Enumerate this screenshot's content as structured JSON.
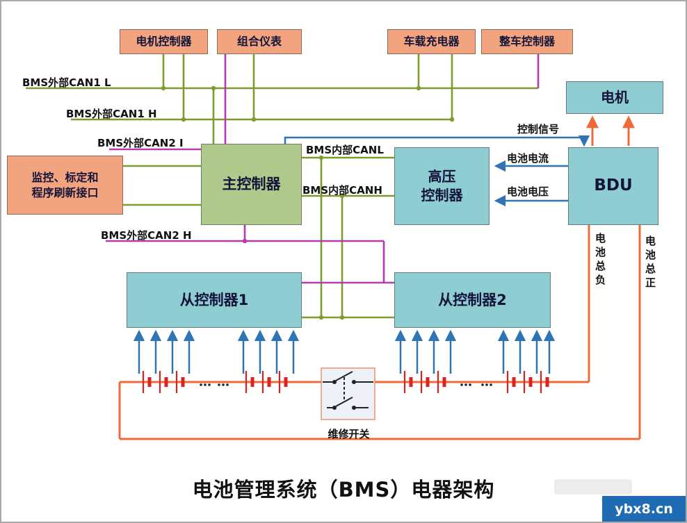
{
  "title": "电池管理系统（BMS）电器架构",
  "watermark": "ybx8.cn",
  "nodes": {
    "motor_controller": "电机控制器",
    "instrument_cluster": "组合仪表",
    "onboard_charger": "车载充电器",
    "vehicle_controller": "整车控制器",
    "motor": "电机",
    "bdu": "BDU",
    "main_controller": "主控制器",
    "hv_controller_line1": "高压",
    "hv_controller_line2": "控制器",
    "monitor_interface_line1": "监控、标定和",
    "monitor_interface_line2": "程序刷新接口",
    "slave_controller_1": "从控制器1",
    "slave_controller_2": "从控制器2",
    "service_switch": "维修开关"
  },
  "labels": {
    "can1_l": "BMS外部CAN1 L",
    "can1_h": "BMS外部CAN1 H",
    "can2_l": "BMS外部CAN2 I",
    "can2_h": "BMS外部CAN2 H",
    "can_internal_l": "BMS内部CANL",
    "can_internal_h": "BMS内部CANH",
    "control_signal": "控制信号",
    "battery_current": "电池电流",
    "battery_voltage": "电池电压",
    "battery_negative": "电池总负",
    "battery_positive": "电池总正"
  },
  "colors": {
    "can_green": "#7d9b2e",
    "can_purple": "#b13cb1",
    "signal_blue": "#2e74b5",
    "power_orange": "#ed6b3a",
    "battery_red": "#dd2222",
    "box_orange": "#f2a47e",
    "box_teal": "#8ecdd1",
    "box_green": "#aec98b",
    "watermark_bg": "#1f6cb5"
  }
}
